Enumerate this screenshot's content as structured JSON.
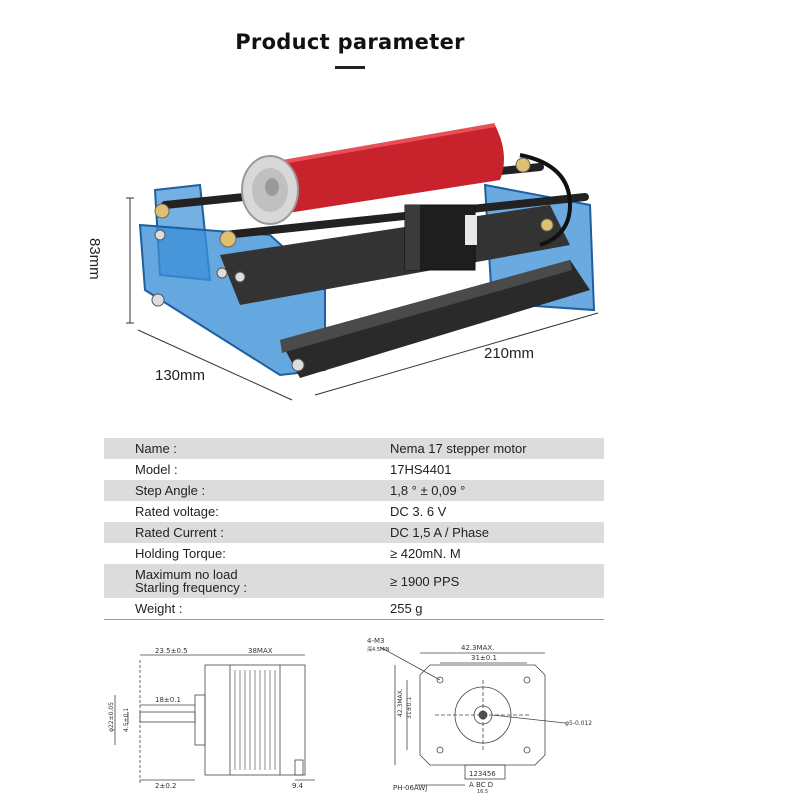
{
  "title": "Product parameter",
  "dimensions": {
    "height": "83mm",
    "depth": "130mm",
    "length": "210mm"
  },
  "specs": [
    {
      "key": [
        "Name :"
      ],
      "value": "Nema 17 stepper motor"
    },
    {
      "key": [
        "Model :"
      ],
      "value": "17HS4401"
    },
    {
      "key": [
        "Step Angle :"
      ],
      "value": "1,8 ° ± 0,09 °"
    },
    {
      "key": [
        "Rated voltage:"
      ],
      "value": "DC 3. 6 V"
    },
    {
      "key": [
        "Rated Current :"
      ],
      "value": "DC 1,5 A / Phase"
    },
    {
      "key": [
        "Holding Torque:"
      ],
      "value": "≥ 420mN. M"
    },
    {
      "key": [
        "Maximum no load",
        "Starling frequency :"
      ],
      "value": "≥ 1900 PPS"
    },
    {
      "key": [
        "Weight :"
      ],
      "value": "255 g"
    }
  ],
  "side_drawing": {
    "d1": "23.5±0.5",
    "d2": "38MAX",
    "d3": "18±0.1",
    "d4": "φ22±0.05",
    "d5": "4.5±0.1",
    "d6": "2±0.2",
    "d7": "9.4"
  },
  "front_drawing": {
    "holes": "4-M3",
    "depth": "深4.5MIN.",
    "width_max": "42.3MAX.",
    "pitch": "31±0.1",
    "height_max": "42.3MAX.",
    "pitch_v": "31±0.1",
    "shaft": "φ5-0.012",
    "connector": "PH-06AWJ",
    "pins": "123456",
    "phases": "A BC D",
    "conn_w": "16.5"
  },
  "colors": {
    "housing": "#3a8ed6",
    "can": "#c8232c",
    "rail": "#2a2a2a"
  }
}
